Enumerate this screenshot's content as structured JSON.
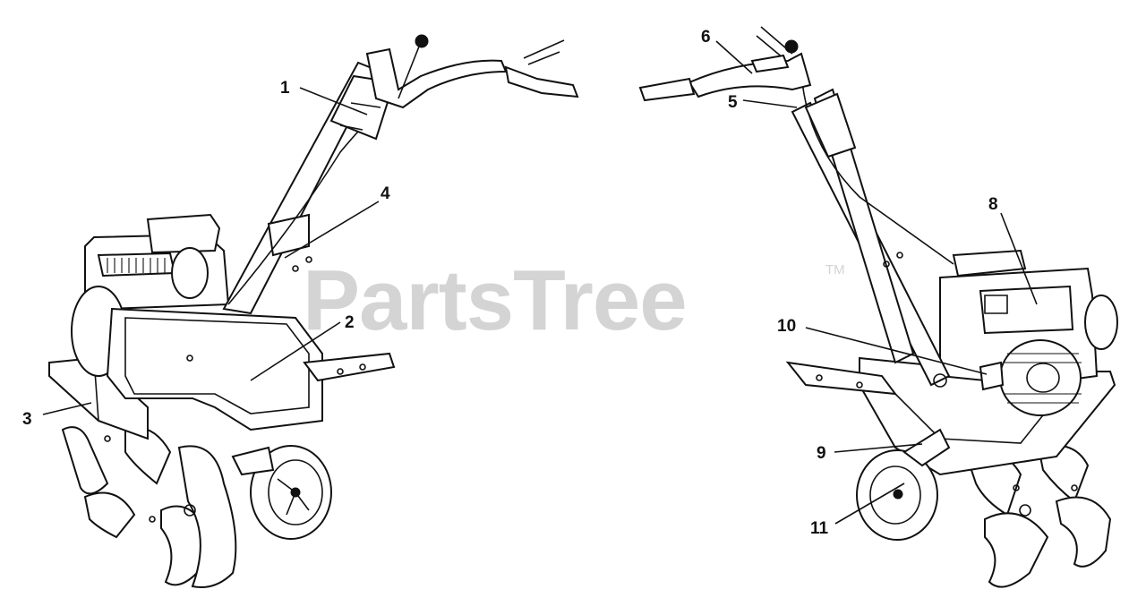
{
  "watermark": {
    "brand": "PartsTree",
    "trademark": "TM"
  },
  "callouts": [
    {
      "label": "1"
    },
    {
      "label": "2"
    },
    {
      "label": "3"
    },
    {
      "label": "4"
    },
    {
      "label": "5"
    },
    {
      "label": "6"
    },
    {
      "label": "8"
    },
    {
      "label": "9"
    },
    {
      "label": "10"
    },
    {
      "label": "11"
    }
  ],
  "colors": {
    "line": "#111111",
    "background": "#ffffff",
    "watermark": "#d4d4d4"
  }
}
